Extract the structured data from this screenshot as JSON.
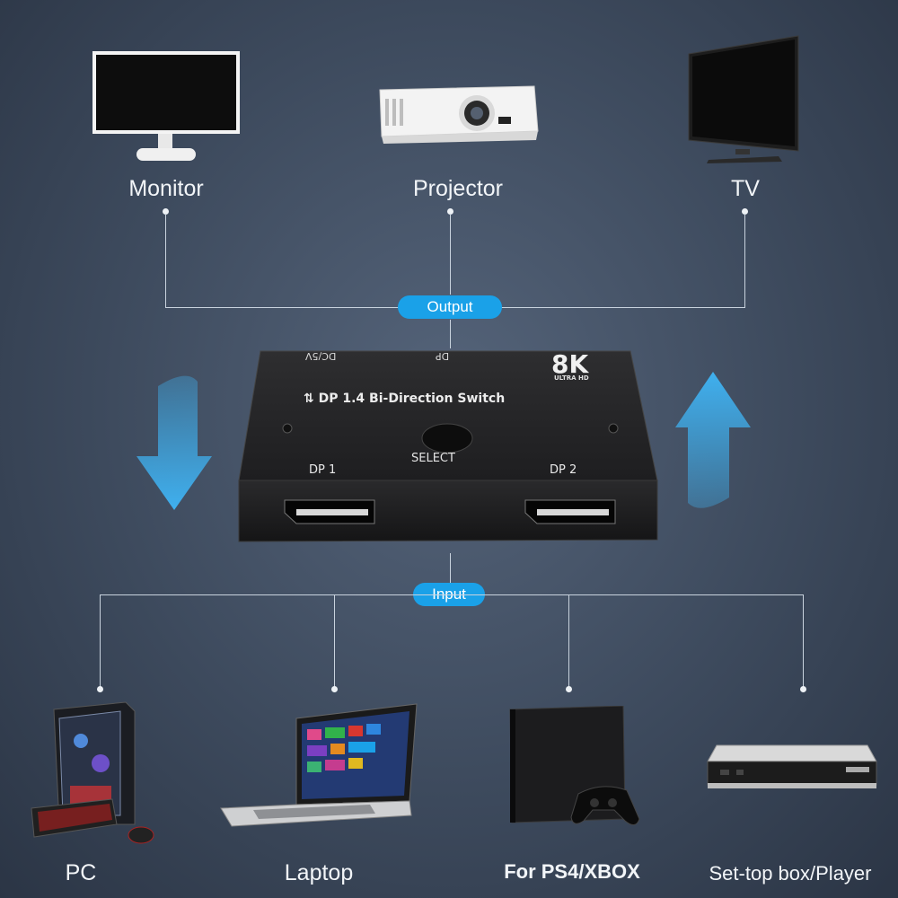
{
  "outputs": {
    "monitor": "Monitor",
    "projector": "Projector",
    "tv": "TV"
  },
  "output_tag": "Output",
  "input_tag": "Input",
  "switch": {
    "title": "DP 1.4 Bi-Direction Switch",
    "badge_main": "8K",
    "badge_sub": "ULTRA HD",
    "port_dc": "DC/5V",
    "port_dp": "DP",
    "select": "SELECT",
    "dp1": "DP 1",
    "dp2": "DP 2"
  },
  "inputs": {
    "pc": "PC",
    "laptop": "Laptop",
    "console": "For PS4/XBOX",
    "settop": "Set-top box/Player"
  },
  "colors": {
    "accent": "#1aa1e8",
    "arrow": "#3fb0ef"
  }
}
